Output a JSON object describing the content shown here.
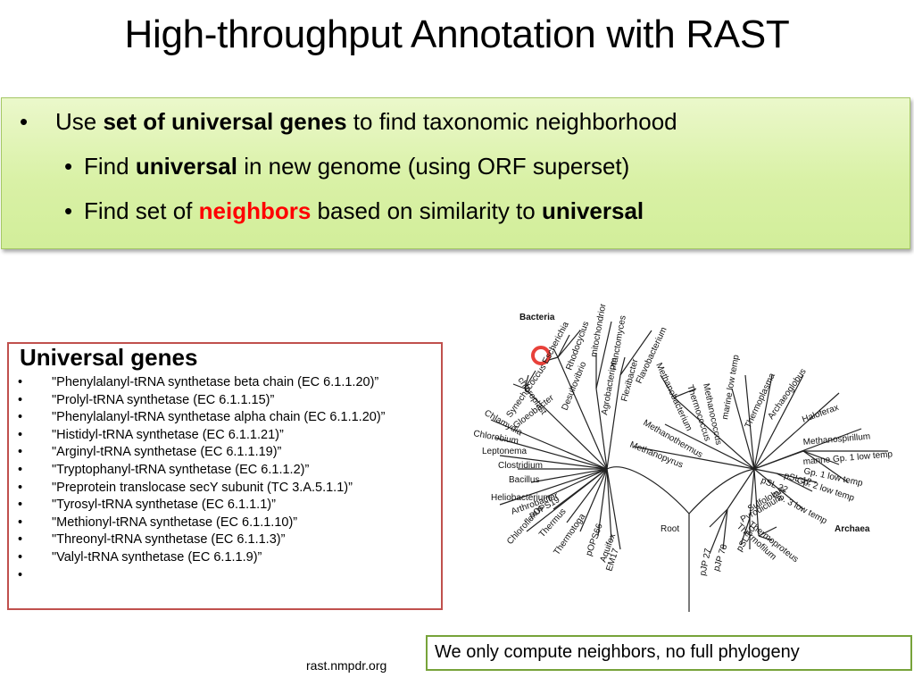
{
  "slide": {
    "title": "High-throughput Annotation with RAST",
    "bullet_glyph": "•",
    "bullets": {
      "b1": {
        "pre": "Use ",
        "bold": "set of universal genes",
        "post": " to find taxonomic neighborhood"
      },
      "b2": {
        "pre": "Find ",
        "bold": "universal",
        "post": " in new genome (using ORF superset)"
      },
      "b3": {
        "pre": "Find set of ",
        "red": "neighbors",
        "mid": " based on similarity to ",
        "bold": "universal"
      }
    },
    "genes_box": {
      "title": "Universal genes",
      "items": [
        "\"Phenylalanyl-tRNA synthetase beta chain (EC 6.1.1.20)”",
        "\"Prolyl-tRNA synthetase (EC 6.1.1.15)”",
        "\"Phenylalanyl-tRNA synthetase alpha chain (EC 6.1.1.20)”",
        "\"Histidyl-tRNA synthetase (EC 6.1.1.21)”",
        "\"Arginyl-tRNA synthetase (EC 6.1.1.19)”",
        "\"Tryptophanyl-tRNA synthetase (EC 6.1.1.2)”",
        "\"Preprotein translocase secY subunit (TC 3.A.5.1.1)”",
        "\"Tyrosyl-tRNA synthetase (EC 6.1.1.1)”",
        "\"Methionyl-tRNA synthetase (EC 6.1.1.10)”",
        "\"Threonyl-tRNA synthetase (EC 6.1.1.3)”",
        "\"Valyl-tRNA synthetase (EC 6.1.1.9)”",
        ""
      ]
    },
    "tree": {
      "domain_labels": {
        "bacteria": "Bacteria",
        "archaea": "Archaea"
      },
      "root_label": "Root",
      "highlight_color": "#e8413a",
      "taxa": {
        "escherichia": "Escherichia",
        "mitochondrion": "mitochondrion",
        "rhodocyclus": "Rhodocyclus",
        "agrobacterium": "Agrobacterium",
        "planctomyces": "Planctomyces",
        "flexibacter": "Flexibacter",
        "flavobacterium": "Flavobacterium",
        "desulfovibrio": "Desulfovibrio",
        "chloroplast": "chloroplast",
        "synechococcus": "Synechococcus",
        "gloeobacter": "Gloeobacter",
        "chlamydia": "Chlamydia",
        "chlorobium": "Chlorobium",
        "leptonema": "Leptonema",
        "clostridium": "Clostridium",
        "bacillus": "Bacillus",
        "heliobacterium": "Heliobacterium",
        "arthrobacter": "Arthrobacter",
        "pops19": "pOPS19",
        "chloroflexus": "Chloroflexus",
        "thermus": "Thermus",
        "thermotoga": "Thermotoga",
        "pops66": "pOPS66",
        "aquifex": "Aquifex",
        "em17": "EM17",
        "methanobacterium": "Methanobacterium",
        "thermococcus": "Thermococcus",
        "methanococcus": "Methanococcus",
        "marine_low": "marine low temp",
        "thermoplasma": "Thermoplasma",
        "archaeoglobus": "Archaeoglobus",
        "haloferax": "Haloferax",
        "methanospirillum": "Methanospirillum",
        "methanothermus": "Methanothermus",
        "methanopyrus": "Methanopyrus",
        "marine_gp1": "marine Gp. 1 low temp",
        "gp1": "Gp. 1 low temp",
        "gp2": "Gp. 2 low temp",
        "psl12": "pSL 12",
        "psl22": "pSL 22",
        "gp3": "Gp. 3 low temp",
        "sulfolobus": "Sulfolobus",
        "pyrodictium": "Pyrodictium",
        "thermoproteus": "Thermoproteus",
        "psl50": "pSL 50",
        "thermofilum": "Thermofilum",
        "pjp78": "pJP 78",
        "pjp27": "pJP 27"
      }
    },
    "note": "We only compute neighbors, no full phylogeny",
    "footer_url": "rast.nmpdr.org"
  }
}
